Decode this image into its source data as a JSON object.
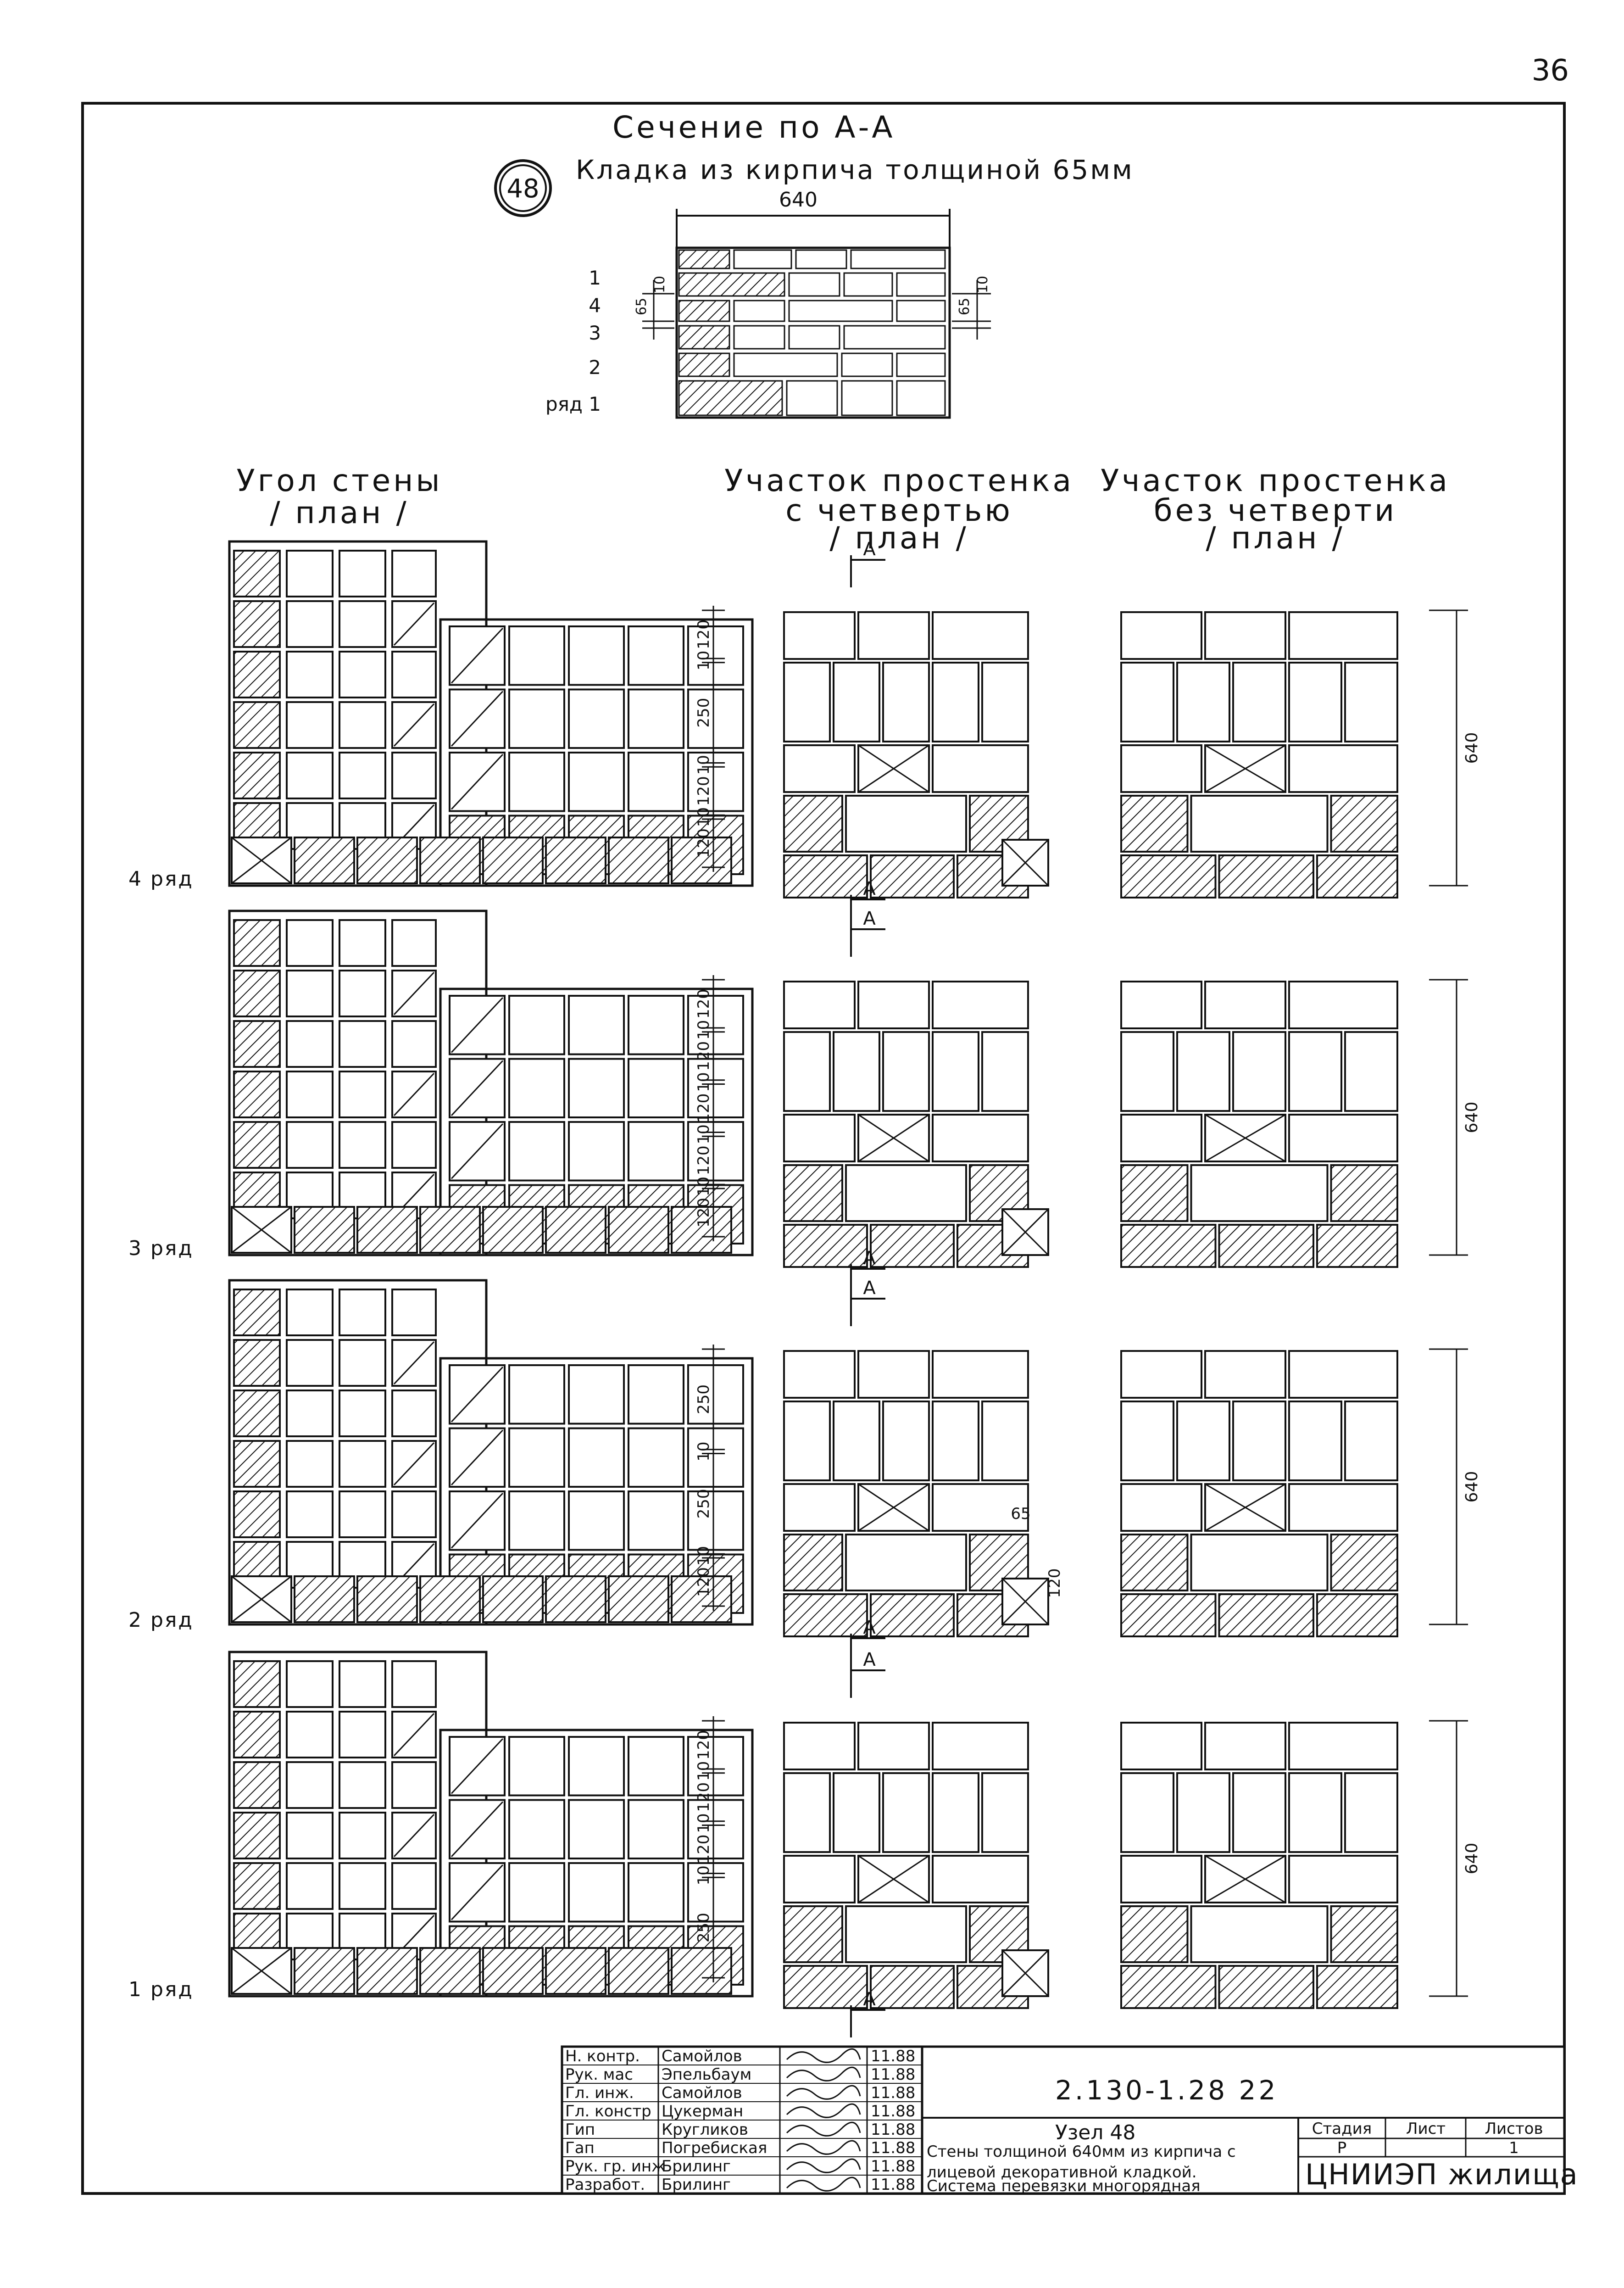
{
  "sheet_number": "36",
  "section": {
    "title": "Сечение по А-А",
    "node_number": "48",
    "subtitle": "Кладка из кирпича толщиной 65мм",
    "width_dim": "640",
    "row_labels": [
      "1",
      "4",
      "3",
      "2",
      "ряд 1"
    ],
    "left_dims": [
      "65",
      "10"
    ],
    "right_dims": [
      "65",
      "10"
    ]
  },
  "columns": [
    {
      "title": "Угол стены",
      "plan": "/ план /"
    },
    {
      "title": "Участок простенка",
      "line2": "с четвертью",
      "plan": "/ план /"
    },
    {
      "title": "Участок простенка",
      "line2": "без четверти",
      "plan": "/ план /"
    }
  ],
  "rows": [
    {
      "label": "4 ряд",
      "dims": [
        "120",
        "10",
        "250",
        "10",
        "120",
        "10",
        "120"
      ],
      "width": "640"
    },
    {
      "label": "3 ряд",
      "dims": [
        "120",
        "10",
        "120",
        "10",
        "120",
        "10",
        "120",
        "10",
        "120"
      ],
      "width": "640"
    },
    {
      "label": "2 ряд",
      "dims": [
        "250",
        "10",
        "250",
        "10",
        "120"
      ],
      "width": "640",
      "extra_dims": [
        "65",
        "120"
      ]
    },
    {
      "label": "1 ряд",
      "dims": [
        "120",
        "10",
        "120",
        "10",
        "120",
        "10",
        "250"
      ],
      "width": "640"
    }
  ],
  "section_mark": "А",
  "stamp": {
    "roles": [
      {
        "role": "Н. контр.",
        "name": "Самойлов",
        "date": "11.88"
      },
      {
        "role": "Рук. мас",
        "name": "Эпельбаум",
        "date": "11.88"
      },
      {
        "role": "Гл. инж.",
        "name": "Самойлов",
        "date": "11.88"
      },
      {
        "role": "Гл. констр",
        "name": "Цукерман",
        "date": "11.88"
      },
      {
        "role": "Гип",
        "name": "Кругликов",
        "date": "11.88"
      },
      {
        "role": "Гап",
        "name": "Погребиская",
        "date": "11.88"
      },
      {
        "role": "Рук. гр. инж",
        "name": "Брилинг",
        "date": "11.88"
      },
      {
        "role": "Разработ.",
        "name": "Брилинг",
        "date": "11.88"
      }
    ],
    "doc_code": "2.130-1.28  22",
    "node_title": "Узел 48",
    "desc_lines": [
      "Стены толщиной 640мм из кирпича с",
      "лицевой декоративной кладкой.",
      "Система перевязки многорядная"
    ],
    "stage_header": "Стадия",
    "sheet_header": "Лист",
    "sheets_header": "Листов",
    "stage": "Р",
    "sheets": "1",
    "org": "ЦНИИЭП жилища"
  }
}
